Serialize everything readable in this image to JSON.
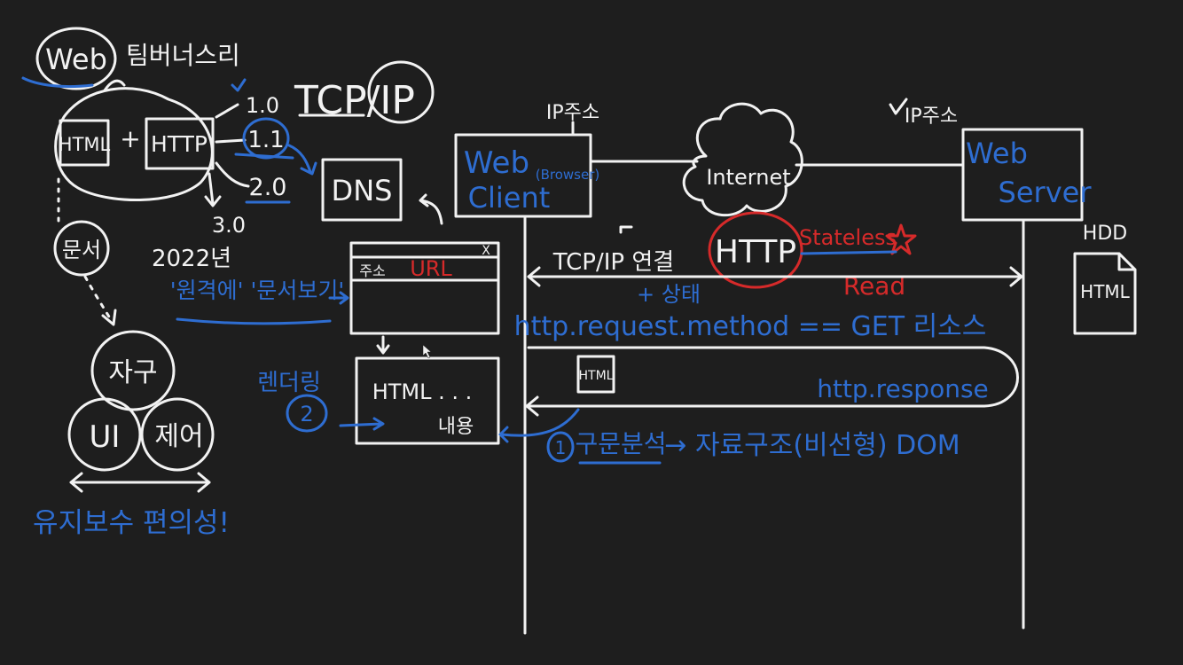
{
  "colors": {
    "background": "#1e1e1e",
    "chalk": "#f2f2f2",
    "blue": "#2e6dd1",
    "red": "#d62a2a"
  },
  "history": {
    "web": "Web",
    "creator": "팀버너스리",
    "html": "HTML",
    "plus": "+",
    "http": "HTTP",
    "v10": "1.0",
    "v11": "1.1",
    "v20": "2.0",
    "v30": "3.0",
    "year": "2022년",
    "remote_docs": "'원격에' '문서보기'",
    "dns": "DNS",
    "tcpip": "TCP/IP",
    "document": "문서",
    "structure": "자구",
    "ui": "UI",
    "control": "제어",
    "maintainability": "유지보수 편의성!"
  },
  "browser": {
    "address": "주소",
    "url": "URL",
    "close": "X",
    "content_html": "HTML . . .",
    "content_body": "내용",
    "rendering": "렌더링",
    "step2": "2"
  },
  "network": {
    "ip_client": "IP주소",
    "ip_server": "IP주소",
    "client_line1": "Web",
    "client_browser": "(Browser)",
    "client_line2": "Client",
    "internet": "Internet",
    "http": "HTTP",
    "stateless": "Stateless",
    "server_line1": "Web",
    "server_line2": "Server",
    "hdd": "HDD",
    "hdd_file": "HTML",
    "tcp_connect": "TCP/IP 연결",
    "plus_state": "+ 상태",
    "read": "Read",
    "request": "http.request.method == GET 리소스",
    "packet": "HTML",
    "response": "http.response",
    "step1": "1",
    "parse": "구문분석",
    "tree": "→ 자료구조(비선형) DOM"
  }
}
